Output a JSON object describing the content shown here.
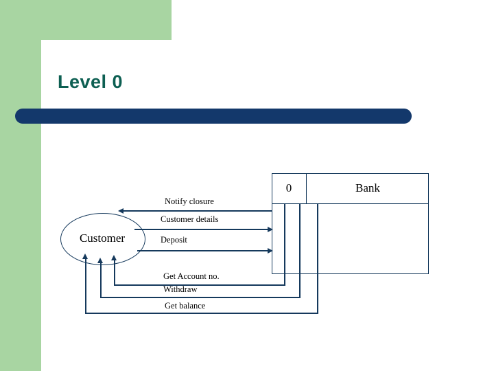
{
  "slide": {
    "title": "Level 0",
    "accent_green": "#a8d5a2",
    "accent_navy": "#13386b",
    "title_color": "#0d5f52",
    "line_color": "#15395c"
  },
  "diagram": {
    "type": "data-flow-diagram",
    "entity": {
      "label": "Customer",
      "shape": "ellipse"
    },
    "process": {
      "id": "0",
      "name": "Bank",
      "shape": "rectangle"
    },
    "flows": [
      {
        "label": "Notify closure",
        "direction": "process-to-entity"
      },
      {
        "label": "Customer details",
        "direction": "entity-to-process"
      },
      {
        "label": "Deposit",
        "direction": "entity-to-process"
      },
      {
        "label": "Get Account no.",
        "direction": "entity-to-process"
      },
      {
        "label": "Withdraw",
        "direction": "entity-to-process"
      },
      {
        "label": "Get balance",
        "direction": "entity-to-process"
      }
    ]
  }
}
